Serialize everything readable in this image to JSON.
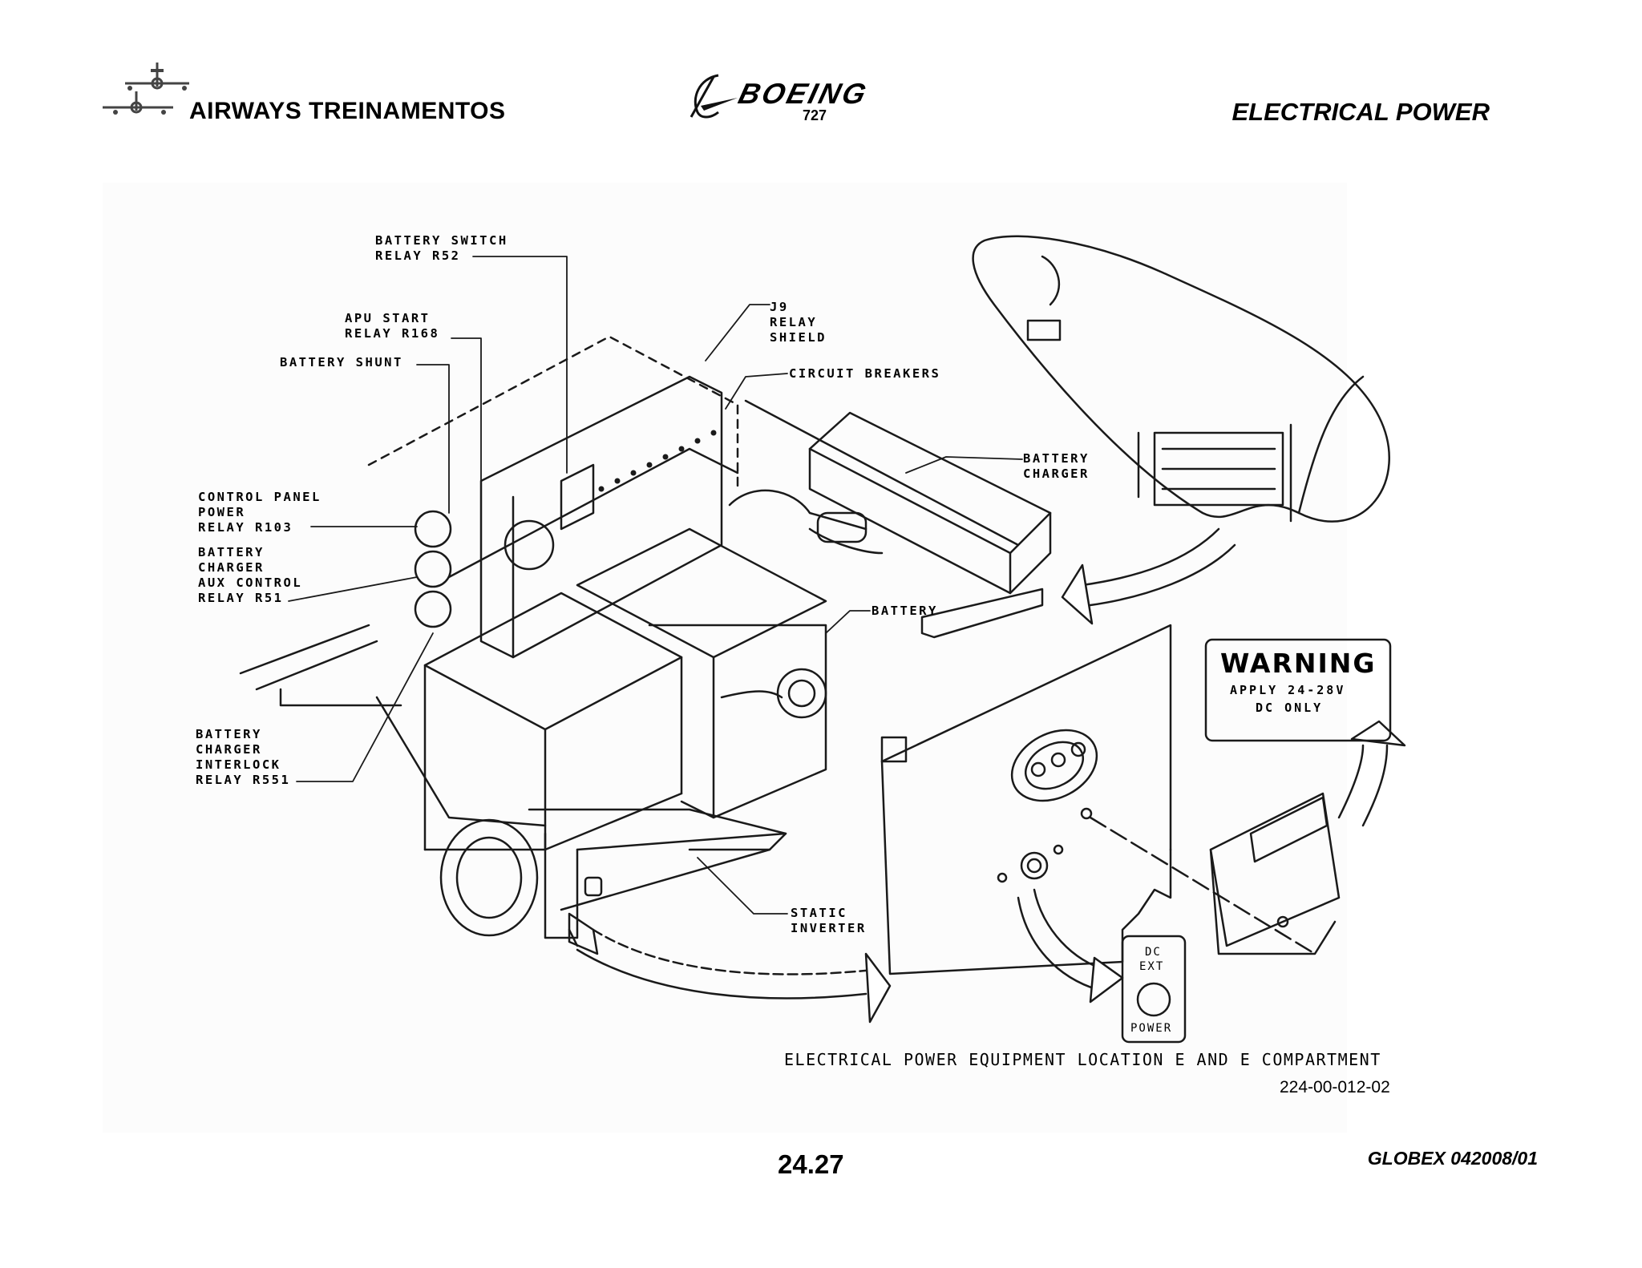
{
  "header": {
    "company": "AIRWAYS  TREINAMENTOS",
    "brand": "BOEING",
    "model": "727",
    "section": "ELECTRICAL POWER"
  },
  "figure": {
    "callouts": {
      "battery_switch_relay": "BATTERY SWITCH\nRELAY R52",
      "apu_start_relay": "APU START\nRELAY R168",
      "battery_shunt": "BATTERY SHUNT",
      "control_panel_power_relay": "CONTROL PANEL\nPOWER\nRELAY R103",
      "battery_charger_aux_relay": "BATTERY\nCHARGER\nAUX CONTROL\nRELAY R51",
      "battery_charger_interlock_relay": "BATTERY\nCHARGER\nINTERLOCK\nRELAY R551",
      "j9_relay_shield": "J9\nRELAY\nSHIELD",
      "circuit_breakers": "CIRCUIT BREAKERS",
      "battery_charger": "BATTERY\nCHARGER",
      "battery": "BATTERY",
      "static_inverter": "STATIC\nINVERTER"
    },
    "warning": {
      "title": "WARNING",
      "line1": "APPLY  24-28V",
      "line2": "DC  ONLY"
    },
    "dc_ext_placard": {
      "line1": "DC",
      "line2": "EXT",
      "line3": "POWER"
    },
    "caption": "ELECTRICAL POWER EQUIPMENT LOCATION E AND E COMPARTMENT",
    "drawing_number": "224-00-012-02"
  },
  "footer": {
    "page_number": "24.27",
    "doc_ref": "GLOBEX 042008/01"
  }
}
